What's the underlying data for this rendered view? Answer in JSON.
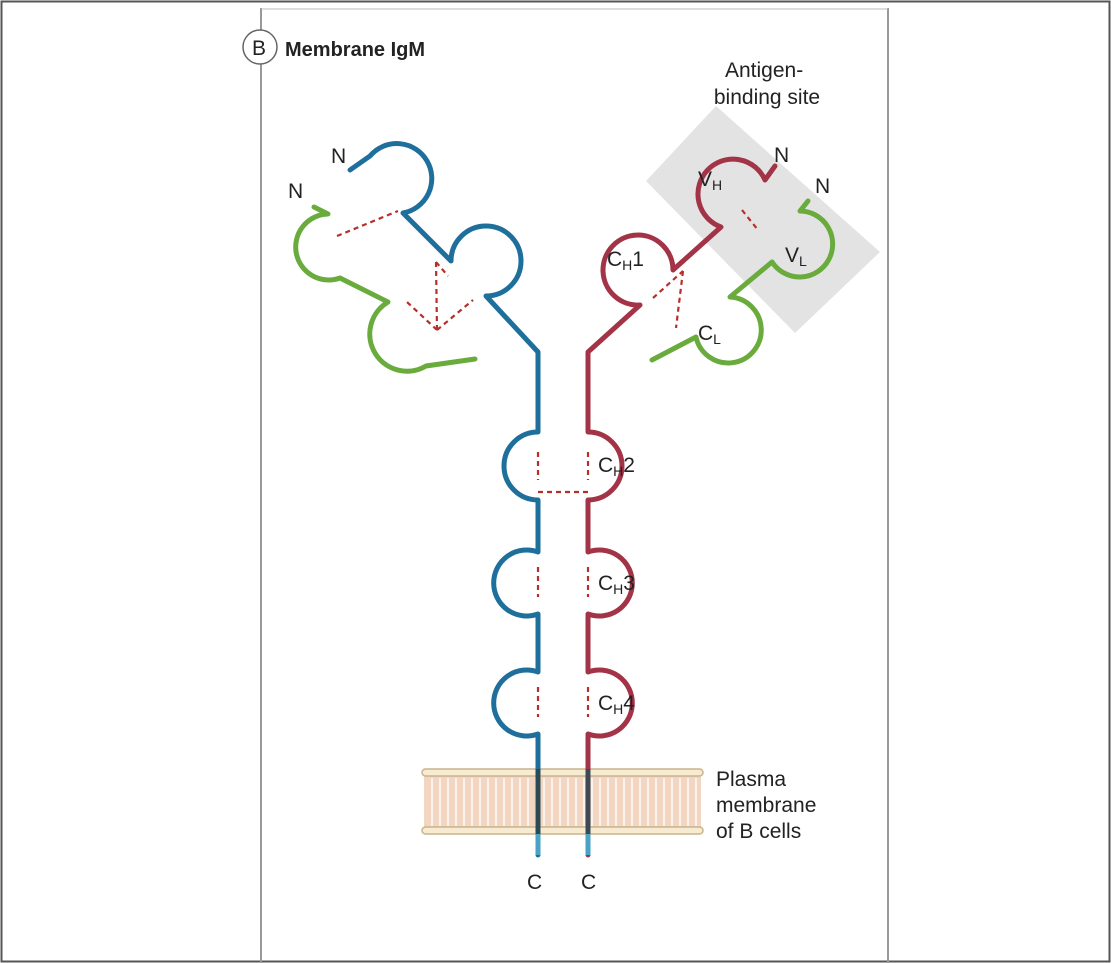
{
  "panel": {
    "badge_letter": "B",
    "title": "Membrane IgM"
  },
  "colors": {
    "heavy_chain_left": "#1e6f9b",
    "heavy_chain_right": "#a33447",
    "light_chain": "#6aab3d",
    "disulfide_bond": "#b5302a",
    "antigen_site_shading": "#e3e3e3",
    "membrane_fill": "#f2d6c2",
    "membrane_border": "#c9b48a",
    "transmembrane_segment": "#4aa3c4"
  },
  "labels": {
    "antigen_site": [
      "Antigen-",
      "binding site"
    ],
    "terminus_n": "N",
    "terminus_c": "C",
    "membrane": [
      "Plasma",
      "membrane",
      "of B cells"
    ]
  },
  "domains": {
    "vh": {
      "main": "V",
      "sub": "H"
    },
    "vl": {
      "main": "V",
      "sub": "L"
    },
    "ch1": {
      "main": "C",
      "sub": "H",
      "suffix": "1"
    },
    "cl": {
      "main": "C",
      "sub": "L"
    },
    "ch2": {
      "main": "C",
      "sub": "H",
      "suffix": "2"
    },
    "ch3": {
      "main": "C",
      "sub": "H",
      "suffix": "3"
    },
    "ch4": {
      "main": "C",
      "sub": "H",
      "suffix": "4"
    }
  }
}
